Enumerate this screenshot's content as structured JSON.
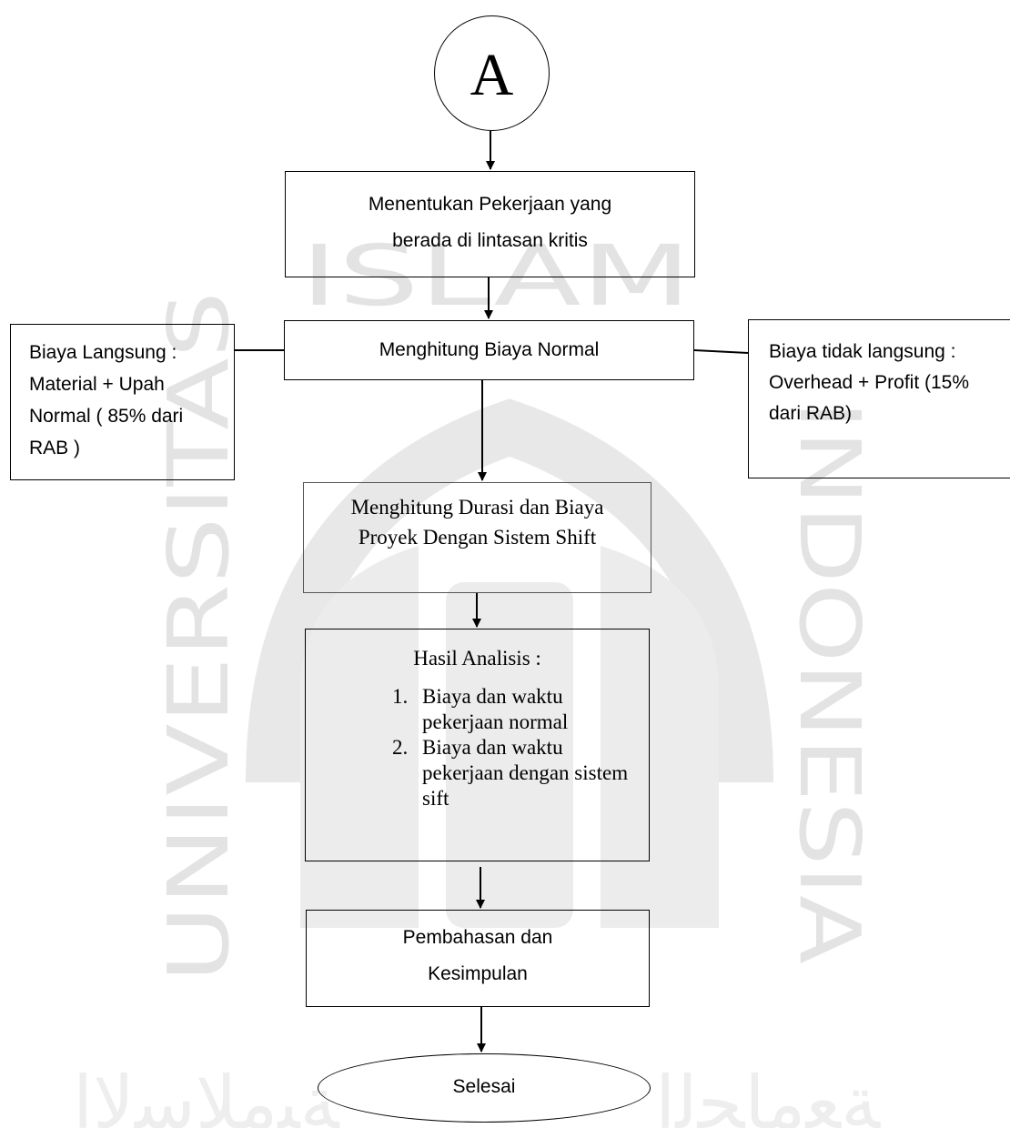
{
  "diagram": {
    "connector_label": "A",
    "step_critical_path": "Menentukan  Pekerjaan  yang berada di lintasan kritis",
    "step_normal_cost": "Menghitung  Biaya Normal",
    "direct_cost_note": "Biaya Langsung : Material  + Upah Normal ( 85% dari RAB )",
    "indirect_cost_note": "Biaya tidak langsung :  Overhead + Profit (15% dari RAB)",
    "step_shift_system": "Menghitung Durasi dan Biaya Proyek Dengan Sistem Shift",
    "results_title": "Hasil Analisis :",
    "results_items": [
      "Biaya dan waktu pekerjaan normal",
      "Biaya dan waktu pekerjaan dengan sistem sift"
    ],
    "step_discussion": "Pembahasan dan Kesimpulan",
    "end_label": "Selesai"
  },
  "watermark": {
    "ring_text_top": "ISLAM",
    "ring_text_left": "UNIVERSITAS",
    "ring_text_right": "INDONESIA",
    "color": "#e6e6e6"
  },
  "colors": {
    "stroke": "#000000",
    "background": "#ffffff"
  }
}
